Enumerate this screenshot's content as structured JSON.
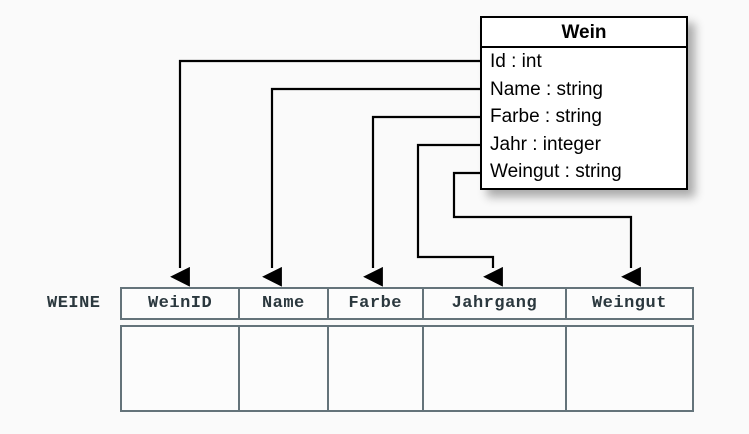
{
  "diagram": {
    "kind": "uml-class-to-relational-table-mapping",
    "background_color": "#fafafa"
  },
  "class_box": {
    "title": "Wein",
    "attributes": [
      {
        "label": "Id : int"
      },
      {
        "label": "Name : string"
      },
      {
        "label": "Farbe : string"
      },
      {
        "label": "Jahr : integer"
      },
      {
        "label": "Weingut : string"
      }
    ],
    "border_color": "#000000",
    "fill_color": "#ffffff"
  },
  "table": {
    "name": "WEINE",
    "border_color": "#64737a",
    "text_color": "#2b383e",
    "columns": [
      {
        "header": "WeinID"
      },
      {
        "header": "Name"
      },
      {
        "header": "Farbe"
      },
      {
        "header": "Jahrgang"
      },
      {
        "header": "Weingut"
      }
    ],
    "rows": [
      {
        "cells": [
          "",
          "",
          "",
          "",
          ""
        ]
      }
    ]
  },
  "connectors": [
    {
      "from": "Id : int",
      "to": "WeinID",
      "style": "orthogonal-arrow"
    },
    {
      "from": "Name : string",
      "to": "Name",
      "style": "orthogonal-arrow"
    },
    {
      "from": "Farbe : string",
      "to": "Farbe",
      "style": "orthogonal-arrow"
    },
    {
      "from": "Jahr : integer",
      "to": "Jahrgang",
      "style": "orthogonal-arrow"
    },
    {
      "from": "Weingut : string",
      "to": "Weingut",
      "style": "orthogonal-arrow"
    }
  ]
}
